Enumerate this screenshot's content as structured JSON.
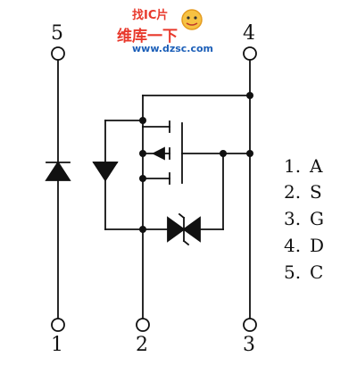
{
  "pins": {
    "p5": "5",
    "p4": "4",
    "p1": "1",
    "p2": "2",
    "p3": "3"
  },
  "legend": [
    {
      "num": "1.",
      "label": "A"
    },
    {
      "num": "2.",
      "label": "S"
    },
    {
      "num": "3.",
      "label": "G"
    },
    {
      "num": "4.",
      "label": "D"
    },
    {
      "num": "5.",
      "label": "C"
    }
  ],
  "watermark": {
    "logo_text": "找IC片",
    "site_cn": "维库一下",
    "url": "www.dzsc.com"
  },
  "colors": {
    "line": "#111111",
    "watermark_red": "#e8392c",
    "watermark_orange": "#f39a1e",
    "watermark_blue": "#1c5fb8"
  }
}
